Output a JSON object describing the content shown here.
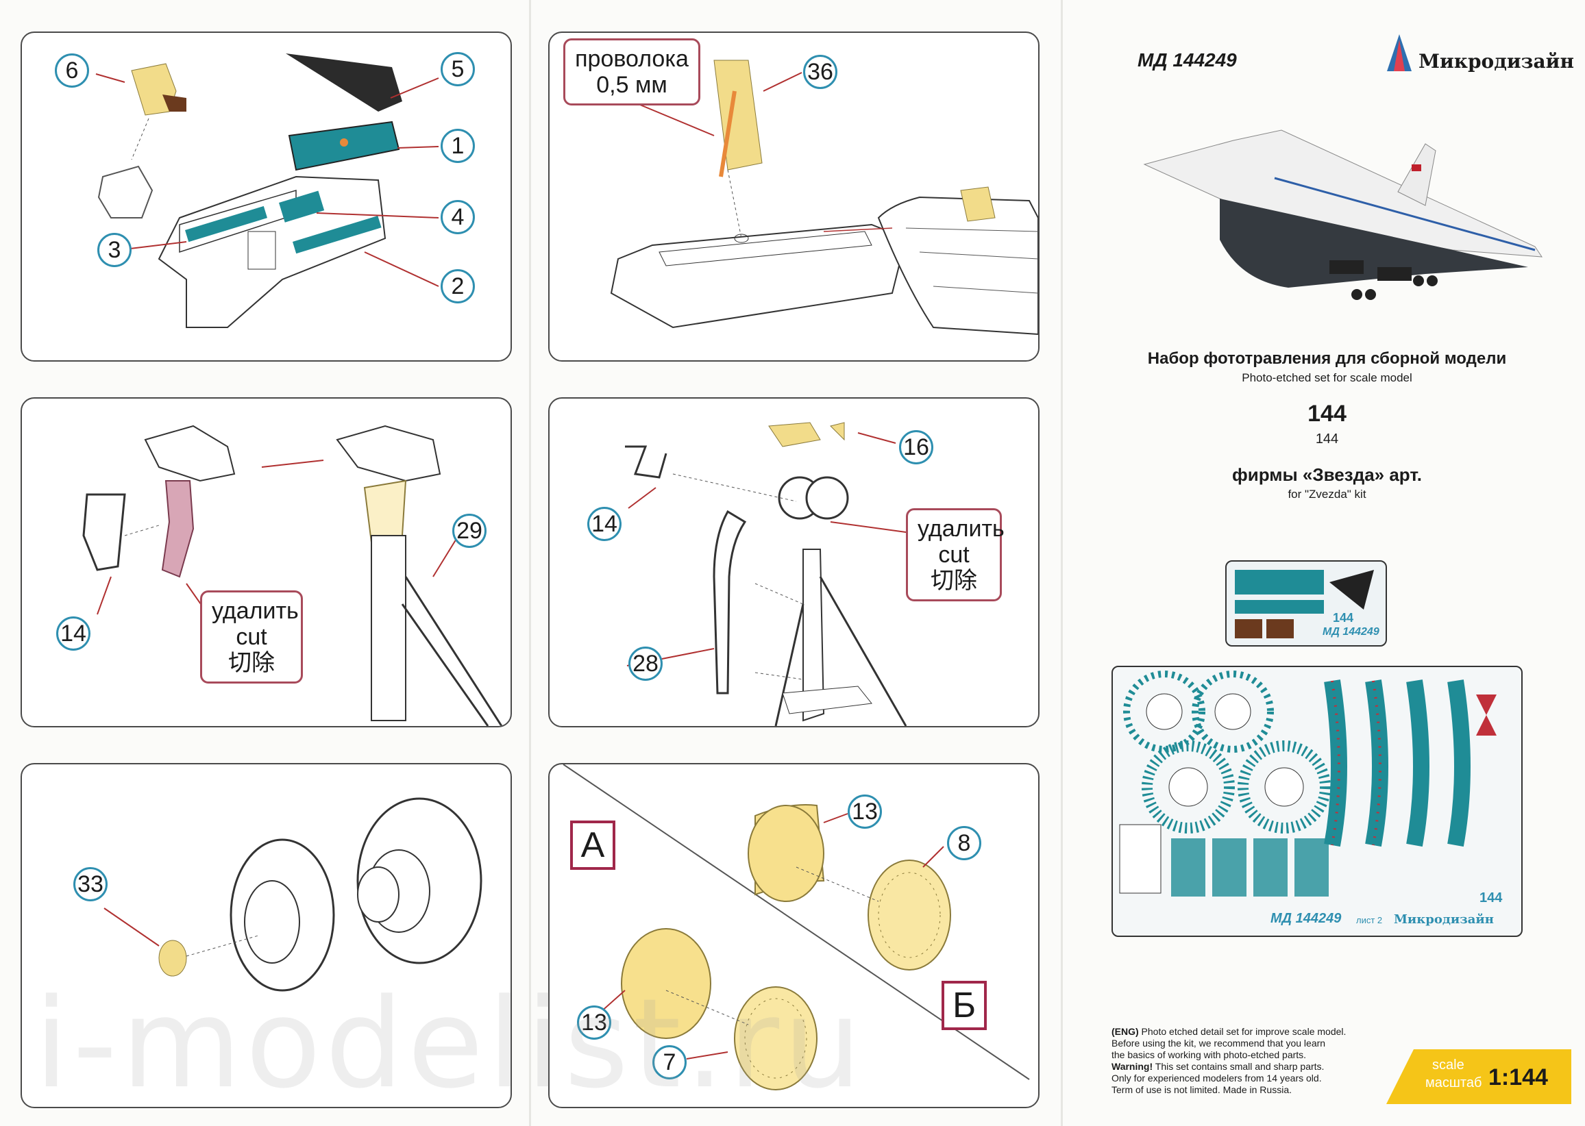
{
  "cover": {
    "code": "МД 144249",
    "brand": "Микродизайн",
    "title_ru": "Набор фототравления для сборной модели",
    "title_en": "Photo-etched set for scale model",
    "scale_big": "144",
    "scale_small": "144",
    "kit_ru": "фирмы «Звезда» арт.",
    "kit_en": "for \"Zvezda\" kit",
    "sheet1_code": "МД 144249",
    "sheet1_scale": "144",
    "sheet2_scale": "144",
    "sheet2_code": "МД 144249",
    "sheet2_label": "лист 2",
    "sheet2_brand": "Микродизайн",
    "eng_text": [
      {
        "bold": "(ENG)",
        "rest": " Photo etched detail set for improve scale model."
      },
      {
        "bold": "",
        "rest": "Before using the kit, we recommend that you learn"
      },
      {
        "bold": "",
        "rest": "the basics of working with photo-etched parts."
      },
      {
        "bold": "Warning!",
        "rest": " This set contains small and sharp parts."
      },
      {
        "bold": "",
        "rest": "Only for experienced modelers from 14 years old."
      },
      {
        "bold": "",
        "rest": "Term of use is not limited. Made in Russia."
      }
    ],
    "scale_label_en": "scale",
    "scale_label_ru": "масштаб",
    "scale_ratio": "1:144"
  },
  "panels": {
    "p1": {
      "callouts": [
        "6",
        "5",
        "1",
        "4",
        "3",
        "2"
      ]
    },
    "p2": {
      "wire_line1": "проволока",
      "wire_line2": "0,5 мм",
      "callouts": [
        "36"
      ]
    },
    "p3": {
      "callouts": [
        "29",
        "14"
      ],
      "cut_ru": "удалить",
      "cut_en": "cut",
      "cut_zh": "切除"
    },
    "p4": {
      "callouts": [
        "16",
        "14",
        "28"
      ],
      "cut_ru": "удалить",
      "cut_en": "cut",
      "cut_zh": "切除"
    },
    "p5": {
      "callouts": [
        "33"
      ]
    },
    "p6": {
      "callouts": [
        "13",
        "8",
        "13",
        "7"
      ],
      "letter_a": "А",
      "letter_b": "Б"
    }
  },
  "watermark": "i-modelist.ru",
  "colors": {
    "teal": "#2e8fb0",
    "panel_teal": "#1f8c96",
    "cut_border": "#a84a5a",
    "letter_border": "#a0274a",
    "brass": "#f2dc8a",
    "scale_badge": "#f5c518"
  }
}
